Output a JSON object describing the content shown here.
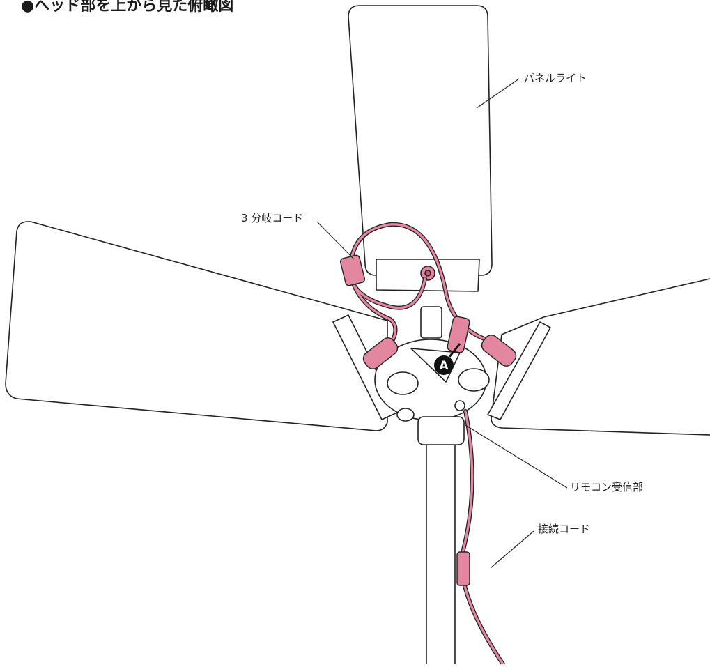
{
  "heading": "●ヘッド部を上から見た俯瞰図",
  "labels": {
    "panel_light": "パネルライト",
    "splitter_cord": "3 分岐コード",
    "remote_receiver": "リモコン受信部",
    "connection_cord": "接続コード",
    "marker_a": "A"
  },
  "colors": {
    "cord_pink": "#e2879f",
    "cord_pink_dark": "#c85a7e",
    "line": "#222222"
  }
}
